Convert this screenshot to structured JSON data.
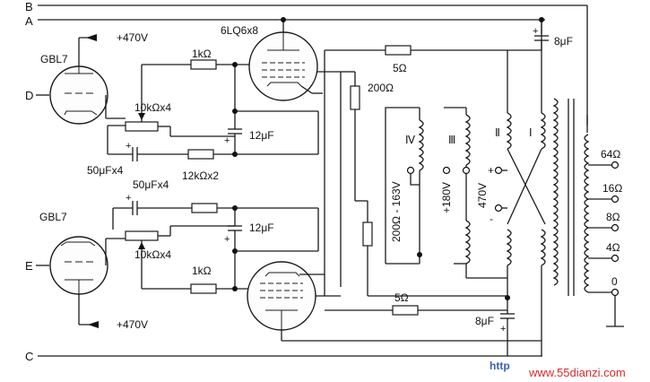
{
  "rails": {
    "b": "B",
    "a": "A",
    "d": "D",
    "e": "E",
    "c": "C"
  },
  "tubes": {
    "rectifier_top": "GBL7",
    "power_pair": "6LQ6x8",
    "rectifier_bottom": "GBL7"
  },
  "supplies": {
    "plus_470_top": "+470V",
    "plus_470_bottom": "+470V"
  },
  "components": {
    "r_1k_top": "1kΩ",
    "r_1k_bottom": "1kΩ",
    "pot_top": "10kΩx4",
    "pot_bottom": "10kΩx4",
    "cap_12u_top": "12μF",
    "cap_12u_bottom": "12μF",
    "r_12k": "12kΩx2",
    "cap_50u_top": "50μFx4",
    "cap_50u_bottom": "50μFx4",
    "r_5_top": "5Ω",
    "r_5_bottom": "5Ω",
    "r_200": "200Ω",
    "cap_8u_top": "8μF",
    "cap_8u_bottom": "8μF"
  },
  "windings": {
    "w4": "Ⅳ",
    "w3": "Ⅲ",
    "w2": "Ⅱ",
    "w1": "Ⅰ"
  },
  "taps": {
    "v200": "200Ω - 163V",
    "v180": "+180V",
    "v470": "470V",
    "plus": "+",
    "minus": "-"
  },
  "outputs": [
    "64Ω",
    "16Ω",
    "8Ω",
    "4Ω",
    "0"
  ],
  "watermark": {
    "http": "http",
    "site": "www.55dianzi.com"
  }
}
